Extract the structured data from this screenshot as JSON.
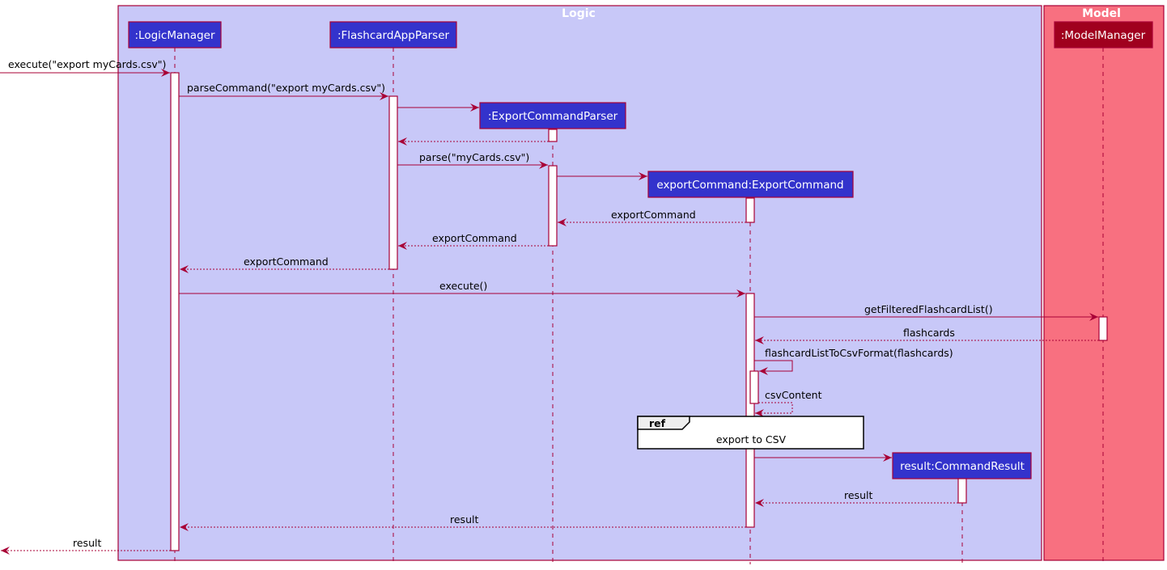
{
  "diagram": {
    "type": "sequence",
    "colors": {
      "line": "#a80036",
      "logic_box_fill": "#c8c8f8",
      "model_box_fill": "#f87080",
      "logic_participant_fill": "#3333cc",
      "model_participant_fill": "#a0001e",
      "activation_fill": "#ffffff",
      "ref_fill": "#ffffff",
      "ref_tag_fill": "#eeeeee"
    },
    "boxes": [
      {
        "id": "logic",
        "title": "Logic"
      },
      {
        "id": "model",
        "title": "Model"
      }
    ],
    "participants": [
      {
        "id": "lm",
        "label": ":LogicManager",
        "box": "logic"
      },
      {
        "id": "fap",
        "label": ":FlashcardAppParser",
        "box": "logic"
      },
      {
        "id": "ecp",
        "label": ":ExportCommandParser",
        "box": "logic",
        "created": true
      },
      {
        "id": "ec",
        "label": "exportCommand:ExportCommand",
        "box": "logic",
        "created": true
      },
      {
        "id": "cr",
        "label": "result:CommandResult",
        "box": "logic",
        "created": true
      },
      {
        "id": "mm",
        "label": ":ModelManager",
        "box": "model"
      }
    ],
    "messages": [
      {
        "from": "external",
        "to": "lm",
        "label": "execute(\"export myCards.csv\")",
        "kind": "sync"
      },
      {
        "from": "lm",
        "to": "fap",
        "label": "parseCommand(\"export myCards.csv\")",
        "kind": "sync"
      },
      {
        "from": "fap",
        "to": "ecp",
        "label": "",
        "kind": "create"
      },
      {
        "from": "ecp",
        "to": "fap",
        "label": "",
        "kind": "return"
      },
      {
        "from": "fap",
        "to": "ecp",
        "label": "parse(\"myCards.csv\")",
        "kind": "sync"
      },
      {
        "from": "ecp",
        "to": "ec",
        "label": "",
        "kind": "create"
      },
      {
        "from": "ec",
        "to": "ecp",
        "label": "exportCommand",
        "kind": "return"
      },
      {
        "from": "ecp",
        "to": "fap",
        "label": "exportCommand",
        "kind": "return"
      },
      {
        "from": "fap",
        "to": "lm",
        "label": "exportCommand",
        "kind": "return"
      },
      {
        "from": "lm",
        "to": "ec",
        "label": "execute()",
        "kind": "sync"
      },
      {
        "from": "ec",
        "to": "mm",
        "label": "getFilteredFlashcardList()",
        "kind": "sync"
      },
      {
        "from": "mm",
        "to": "ec",
        "label": "flashcards",
        "kind": "return"
      },
      {
        "from": "ec",
        "to": "ec",
        "label": "flashcardListToCsvFormat(flashcards)",
        "kind": "self"
      },
      {
        "from": "ec",
        "to": "ec",
        "label": "csvContent",
        "kind": "self-return"
      },
      {
        "from": "ec",
        "to": "cr",
        "label": "",
        "kind": "create"
      },
      {
        "from": "cr",
        "to": "ec",
        "label": "result",
        "kind": "return"
      },
      {
        "from": "ec",
        "to": "lm",
        "label": "result",
        "kind": "return"
      },
      {
        "from": "lm",
        "to": "external",
        "label": "result",
        "kind": "return"
      }
    ],
    "ref": {
      "tag": "ref",
      "text": "export to CSV"
    }
  }
}
